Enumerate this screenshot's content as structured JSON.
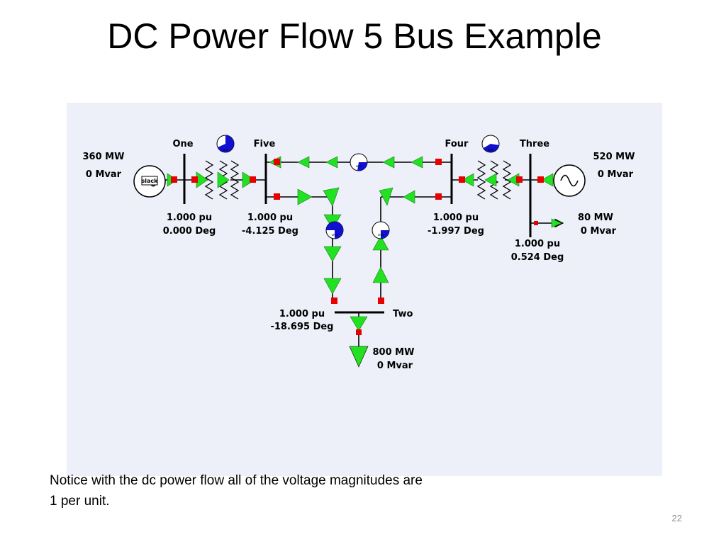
{
  "slide": {
    "title": "DC Power Flow 5 Bus Example",
    "notice_lines": [
      "Notice with the dc power flow all of the voltage magnitudes are",
      "1 per unit."
    ],
    "page_number": "22"
  },
  "buses": {
    "one": {
      "name": "One",
      "voltage": "1.000 pu",
      "angle": "0.000 Deg"
    },
    "five": {
      "name": "Five",
      "voltage": "1.000 pu",
      "angle": "-4.125 Deg"
    },
    "four": {
      "name": "Four",
      "voltage": "1.000 pu",
      "angle": "-1.997 Deg"
    },
    "three": {
      "name": "Three",
      "voltage": "1.000 pu",
      "angle": "0.524 Deg"
    },
    "two": {
      "name": "Two",
      "voltage": "1.000 pu",
      "angle": "-18.695 Deg"
    }
  },
  "generators": {
    "one": {
      "mw": "360 MW",
      "mvar": "0 Mvar",
      "tag": "slack"
    },
    "three": {
      "mw": "520 MW",
      "mvar": "0 Mvar"
    }
  },
  "loads": {
    "three": {
      "mw": "80 MW",
      "mvar": "0 Mvar"
    },
    "two": {
      "mw": "800 MW",
      "mvar": "0 Mvar"
    }
  },
  "pie_label": "MVA",
  "colors": {
    "flow_arrow": "#22e022",
    "breaker": "#e60000",
    "pie_fill": "#1010d0",
    "background": "#eef0f9"
  }
}
